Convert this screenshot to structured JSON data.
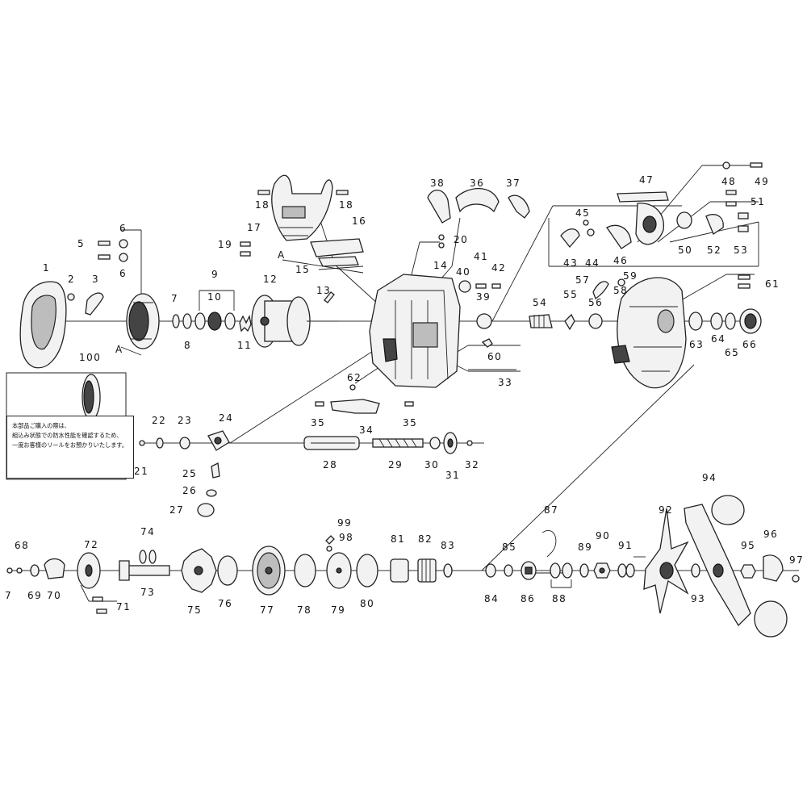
{
  "diagram": {
    "note_lines": [
      "本部品ご購入の際は、",
      "組込み状態での防水性能を確認するため、",
      "一度お客様のリールをお預かりいたします。"
    ],
    "labels": [
      {
        "id": "1",
        "text": "1"
      },
      {
        "id": "2",
        "text": "2"
      },
      {
        "id": "3",
        "text": "3"
      },
      {
        "id": "5",
        "text": "5"
      },
      {
        "id": "6a",
        "text": "6"
      },
      {
        "id": "6b",
        "text": "6"
      },
      {
        "id": "7a",
        "text": "7"
      },
      {
        "id": "8",
        "text": "8"
      },
      {
        "id": "9",
        "text": "9"
      },
      {
        "id": "10",
        "text": "10"
      },
      {
        "id": "11",
        "text": "11"
      },
      {
        "id": "12",
        "text": "12"
      },
      {
        "id": "13",
        "text": "13"
      },
      {
        "id": "14",
        "text": "14"
      },
      {
        "id": "15",
        "text": "15"
      },
      {
        "id": "16",
        "text": "16"
      },
      {
        "id": "17",
        "text": "17"
      },
      {
        "id": "18a",
        "text": "18"
      },
      {
        "id": "18b",
        "text": "18"
      },
      {
        "id": "19",
        "text": "19"
      },
      {
        "id": "20",
        "text": "20"
      },
      {
        "id": "21",
        "text": "21"
      },
      {
        "id": "22",
        "text": "22"
      },
      {
        "id": "23",
        "text": "23"
      },
      {
        "id": "24",
        "text": "24"
      },
      {
        "id": "25",
        "text": "25"
      },
      {
        "id": "26",
        "text": "26"
      },
      {
        "id": "27",
        "text": "27"
      },
      {
        "id": "28",
        "text": "28"
      },
      {
        "id": "29",
        "text": "29"
      },
      {
        "id": "30",
        "text": "30"
      },
      {
        "id": "31",
        "text": "31"
      },
      {
        "id": "32",
        "text": "32"
      },
      {
        "id": "33",
        "text": "33"
      },
      {
        "id": "34",
        "text": "34"
      },
      {
        "id": "35a",
        "text": "35"
      },
      {
        "id": "35b",
        "text": "35"
      },
      {
        "id": "36",
        "text": "36"
      },
      {
        "id": "37",
        "text": "37"
      },
      {
        "id": "38",
        "text": "38"
      },
      {
        "id": "39",
        "text": "39"
      },
      {
        "id": "40",
        "text": "40"
      },
      {
        "id": "41",
        "text": "41"
      },
      {
        "id": "42",
        "text": "42"
      },
      {
        "id": "43",
        "text": "43"
      },
      {
        "id": "44",
        "text": "44"
      },
      {
        "id": "45",
        "text": "45"
      },
      {
        "id": "46",
        "text": "46"
      },
      {
        "id": "47",
        "text": "47"
      },
      {
        "id": "48",
        "text": "48"
      },
      {
        "id": "49",
        "text": "49"
      },
      {
        "id": "50",
        "text": "50"
      },
      {
        "id": "51",
        "text": "51"
      },
      {
        "id": "52",
        "text": "52"
      },
      {
        "id": "53",
        "text": "53"
      },
      {
        "id": "54",
        "text": "54"
      },
      {
        "id": "55",
        "text": "55"
      },
      {
        "id": "56",
        "text": "56"
      },
      {
        "id": "57",
        "text": "57"
      },
      {
        "id": "58",
        "text": "58"
      },
      {
        "id": "59",
        "text": "59"
      },
      {
        "id": "60",
        "text": "60"
      },
      {
        "id": "61",
        "text": "61"
      },
      {
        "id": "62",
        "text": "62"
      },
      {
        "id": "63",
        "text": "63"
      },
      {
        "id": "64",
        "text": "64"
      },
      {
        "id": "65",
        "text": "65"
      },
      {
        "id": "66",
        "text": "66"
      },
      {
        "id": "68",
        "text": "68"
      },
      {
        "id": "7b",
        "text": "7"
      },
      {
        "id": "69",
        "text": "69"
      },
      {
        "id": "70",
        "text": "70"
      },
      {
        "id": "71",
        "text": "71"
      },
      {
        "id": "72",
        "text": "72"
      },
      {
        "id": "73",
        "text": "73"
      },
      {
        "id": "74",
        "text": "74"
      },
      {
        "id": "75",
        "text": "75"
      },
      {
        "id": "76",
        "text": "76"
      },
      {
        "id": "77",
        "text": "77"
      },
      {
        "id": "78",
        "text": "78"
      },
      {
        "id": "79",
        "text": "79"
      },
      {
        "id": "80",
        "text": "80"
      },
      {
        "id": "81",
        "text": "81"
      },
      {
        "id": "82",
        "text": "82"
      },
      {
        "id": "83",
        "text": "83"
      },
      {
        "id": "84",
        "text": "84"
      },
      {
        "id": "85",
        "text": "85"
      },
      {
        "id": "86",
        "text": "86"
      },
      {
        "id": "87",
        "text": "87"
      },
      {
        "id": "88",
        "text": "88"
      },
      {
        "id": "89",
        "text": "89"
      },
      {
        "id": "90",
        "text": "90"
      },
      {
        "id": "91",
        "text": "91"
      },
      {
        "id": "92",
        "text": "92"
      },
      {
        "id": "93",
        "text": "93"
      },
      {
        "id": "94",
        "text": "94"
      },
      {
        "id": "95",
        "text": "95"
      },
      {
        "id": "96",
        "text": "96"
      },
      {
        "id": "97",
        "text": "97"
      },
      {
        "id": "98",
        "text": "98"
      },
      {
        "id": "99",
        "text": "99"
      },
      {
        "id": "100",
        "text": "100"
      },
      {
        "id": "A1",
        "text": "A"
      },
      {
        "id": "A2",
        "text": "A"
      }
    ]
  }
}
